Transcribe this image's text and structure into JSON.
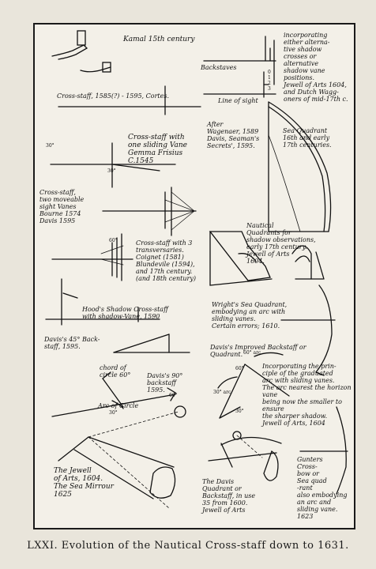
{
  "caption": "LXXI. Evolution of the Nautical Cross-staff down to 1631.",
  "labels": {
    "kamal": "Kamal 15th century",
    "incorporating": "incorporating\neither alterna-\ntive shadow\ncrosses or\nalternative\nshadow vane\npositions.\nJewell of Arts 1604,\nand Dutch Wagg-\noners of mid-17th c.",
    "backstaves": "Backstaves",
    "line_of_sight": "Line of sight",
    "cross_staff_1585": "Cross-staff, 1585(?) - 1595, Cortes.",
    "after_waggener": "After\nWagenaer, 1589\nDavis, Seaman's\nSecrets', 1595.",
    "sea_quadrant": "Sea Quadrant\n16th and early\n17th centuries.",
    "one_vane": "Cross-staff with\none sliding Vane\nGemma Frisius\nC.1545",
    "two_vanes": "Cross-staff,\ntwo moveable\nsight Vanes\nBourne 1574\nDavis 1595",
    "nautical_quadrants": "Nautical\nQuadrants for\nshadow observations,\nearly 17th century.\nJewell of Arts\n1604.",
    "three_transversaries": "Cross-staff with 3\ntransversaries.\nCoignet (1581)\nBlundevile (1594),\nand 17th century.\n(and 18th century)",
    "hoods": "Hood's Shadow Cross-staff\nwith shadow-Vane, 1590",
    "wrights": "Wright's Sea Quadrant,\nembodying an arc with\nsliding vanes.\nCertain errors; 1610.",
    "davis_45": "Davis's 45° Back-\nstaff, 1595.",
    "davis_improved": "Davis's Improved Backstaff or\nQuadrant.",
    "incorporating_principle": "Incorporating the prin-\nciple of the graduated\narc with sliding vanes.\nThe arc nearest the horizon vane\nbeing now the smaller to ensure\nthe sharper shadow.\nJewell of Arts, 1604",
    "chord": "chord of\ncircle 60°",
    "davis_90": "Davis's 90°\nbackstaff\n1595.",
    "arc_of_circle": "Arc of Circle",
    "jewell_mirrour": "The Jewell\nof Arts, 1604.\nThe Sea Mirrour\n1625",
    "davis_quadrant": "The Davis\nQuadrant or\nBackstaff, in use\n35 from 1600.\nJewell of Arts",
    "gunters": "Gunters\nCross-\nbow or\nSea quad\n-rant\nalso embodying\nan arc and\nsliding vane.\n1623",
    "deg_30a": "30°",
    "deg_30b": "30°",
    "deg_30c": "30°",
    "deg_60a": "60°",
    "deg_60b": "60°",
    "deg_60c": "60°",
    "deg_30_arc": "30° arc",
    "deg_60_arc": "60° arc",
    "deg_30d": "30°",
    "scale_0": "0",
    "scale_1": "1",
    "scale_2": "2",
    "scale_3": "3"
  }
}
